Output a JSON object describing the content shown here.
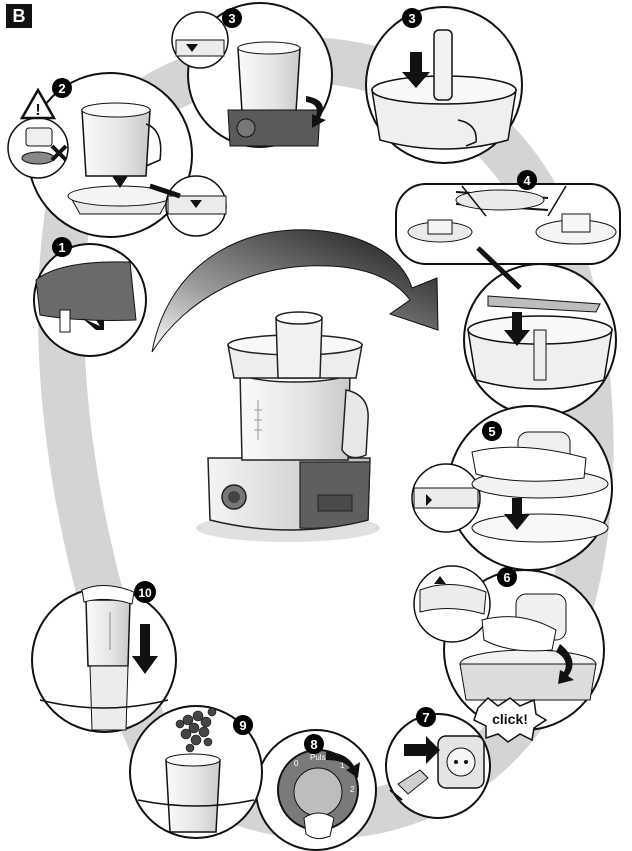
{
  "section_label": "B",
  "warning_symbol": "!",
  "steps": [
    {
      "id": "1",
      "label": "1"
    },
    {
      "id": "2",
      "label": "2"
    },
    {
      "id": "3a",
      "label": "3"
    },
    {
      "id": "3b",
      "label": "3"
    },
    {
      "id": "4",
      "label": "4"
    },
    {
      "id": "5",
      "label": "5"
    },
    {
      "id": "6",
      "label": "6"
    },
    {
      "id": "7",
      "label": "7"
    },
    {
      "id": "8",
      "label": "8"
    },
    {
      "id": "9",
      "label": "9"
    },
    {
      "id": "10",
      "label": "10"
    }
  ],
  "click_text": "click!",
  "dial": {
    "left_mark": "0",
    "pulse_mark": "Pulse",
    "right_mark": "1",
    "far_mark": "2"
  },
  "colors": {
    "ink": "#1a1a1a",
    "shadow": "#c8c8c8",
    "panel": "#ffffff",
    "body_dark": "#5a5a5a",
    "body_light": "#e6e6e6",
    "glass": "#f0f0f0",
    "badge": "#000000"
  },
  "icons": [
    "warning-icon",
    "cross-mark-icon",
    "rotate-arrow-icon",
    "down-arrow-icon",
    "power-plug-icon",
    "wall-socket-icon"
  ]
}
